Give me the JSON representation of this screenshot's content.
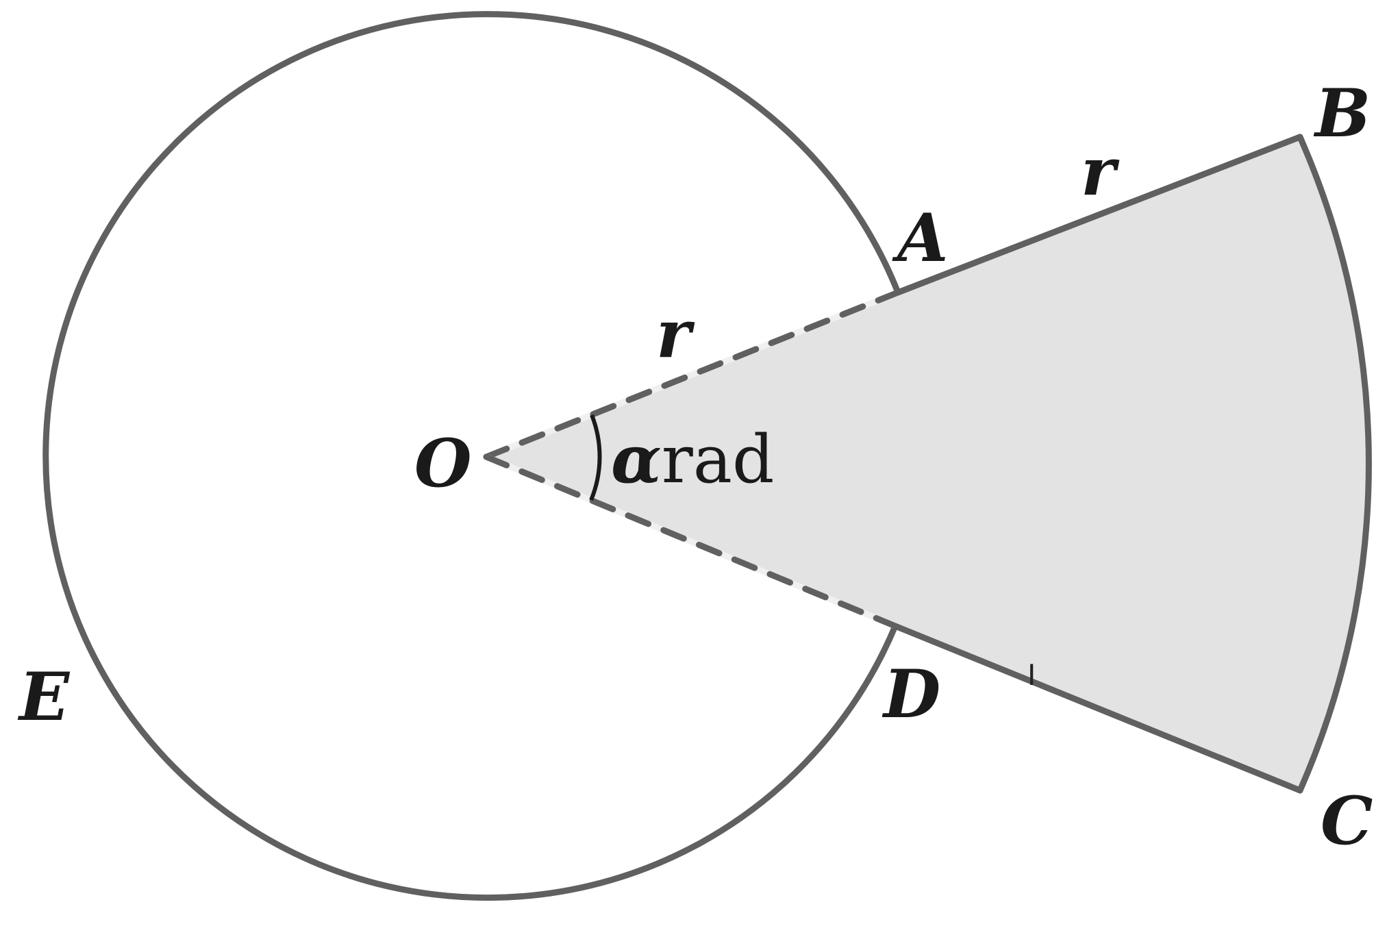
{
  "diagram": {
    "points": {
      "O": "O",
      "A": "A",
      "B": "B",
      "C": "C",
      "D": "D",
      "E": "E"
    },
    "radius_label_inner": "r",
    "radius_label_outer": "r",
    "angle_symbol": "α",
    "angle_unit": "rad",
    "colors": {
      "stroke": "#606060",
      "sector_fill": "#e3e3e3",
      "label": "#1a1a1a",
      "dash_gap": "#f0f0f0"
    },
    "cursor_icon": "text-cursor-icon"
  }
}
